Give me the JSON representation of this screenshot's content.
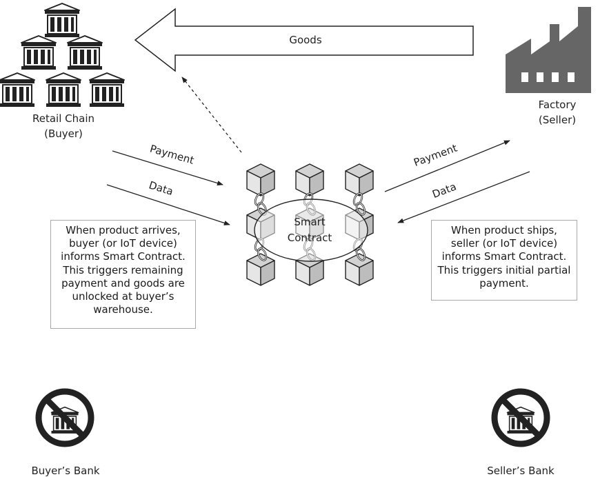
{
  "goods_label": "Goods",
  "retail": {
    "line1": "Retail Chain",
    "line2": "(Buyer)"
  },
  "factory": {
    "line1": "Factory",
    "line2": "(Seller)"
  },
  "left_flows": {
    "payment": "Payment",
    "data": "Data"
  },
  "right_flows": {
    "payment": "Payment",
    "data": "Data"
  },
  "smart_contract": {
    "line1": "Smart",
    "line2": "Contract"
  },
  "note_left": [
    "When product arrives,",
    "buyer (or IoT device)",
    "informs Smart Contract.",
    "This triggers remaining",
    "payment and goods are",
    "unlocked at buyer’s",
    "warehouse."
  ],
  "note_right": [
    "When product ships,",
    "seller (or IoT device)",
    "informs Smart Contract.",
    "This triggers initial partial",
    "payment."
  ],
  "buyers_bank": "Buyer’s Bank",
  "sellers_bank": "Seller’s Bank",
  "icons": [
    "bank-building-icon",
    "factory-icon",
    "blockchain-cube-icon",
    "chain-link-icon",
    "prohibited-bank-icon"
  ],
  "colors": {
    "factory": "#666666",
    "cube_front": "#e6e6e6",
    "cube_top": "#d2d2d2",
    "cube_side": "#bdbdbd"
  }
}
